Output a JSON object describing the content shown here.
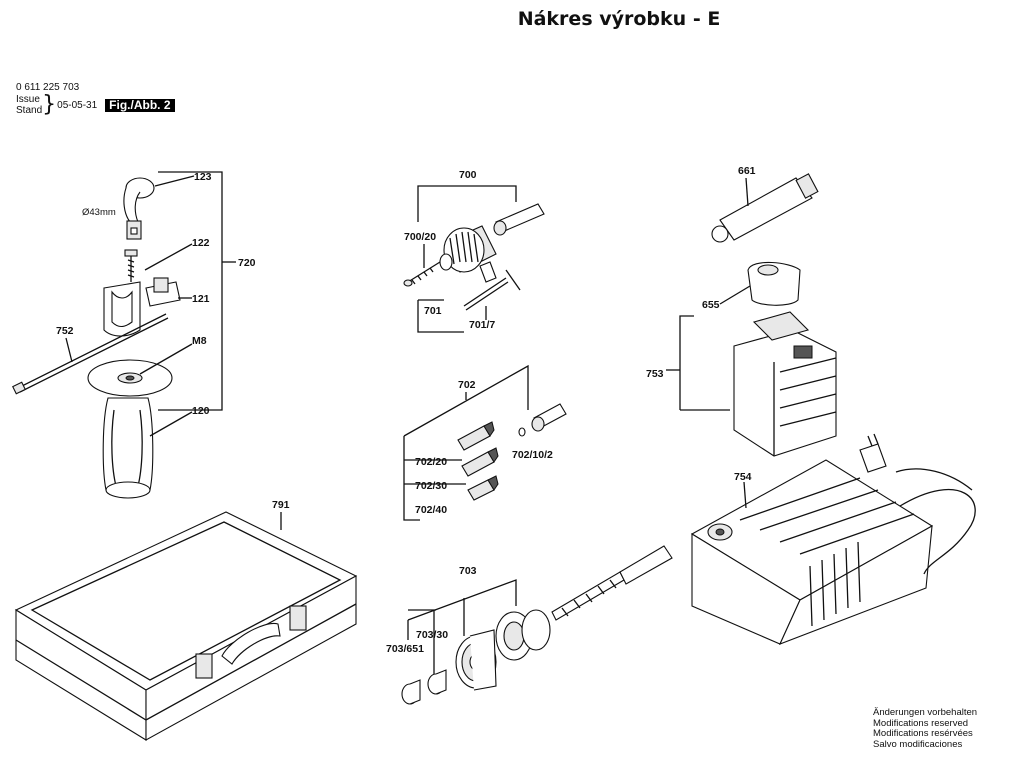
{
  "title": "Nákres výrobku - E",
  "doc": {
    "number": "0 611 225 703",
    "issue_label": "Issue",
    "stand_label": "Stand",
    "date": "05-05-31",
    "fig_label": "Fig./Abb. 2"
  },
  "notice": [
    "Änderungen vorbehalten",
    "Modifications reserved",
    "Modifications resérvées",
    "Salvo modificaciones"
  ],
  "labels": {
    "p123": "123",
    "d43": "Ø43mm",
    "p122": "122",
    "p720": "720",
    "p121": "121",
    "p752": "752",
    "pM8": "M8",
    "p120": "120",
    "p791": "791",
    "p700": "700",
    "p700_20": "700/20",
    "p701": "701",
    "p701_7": "701/7",
    "p702": "702",
    "p702_20": "702/20",
    "p702_30": "702/30",
    "p702_40": "702/40",
    "p702_10_2": "702/10/2",
    "p703": "703",
    "p703_30": "703/30",
    "p703_651": "703/651",
    "p661": "661",
    "p655": "655",
    "p753": "753",
    "p754": "754"
  }
}
